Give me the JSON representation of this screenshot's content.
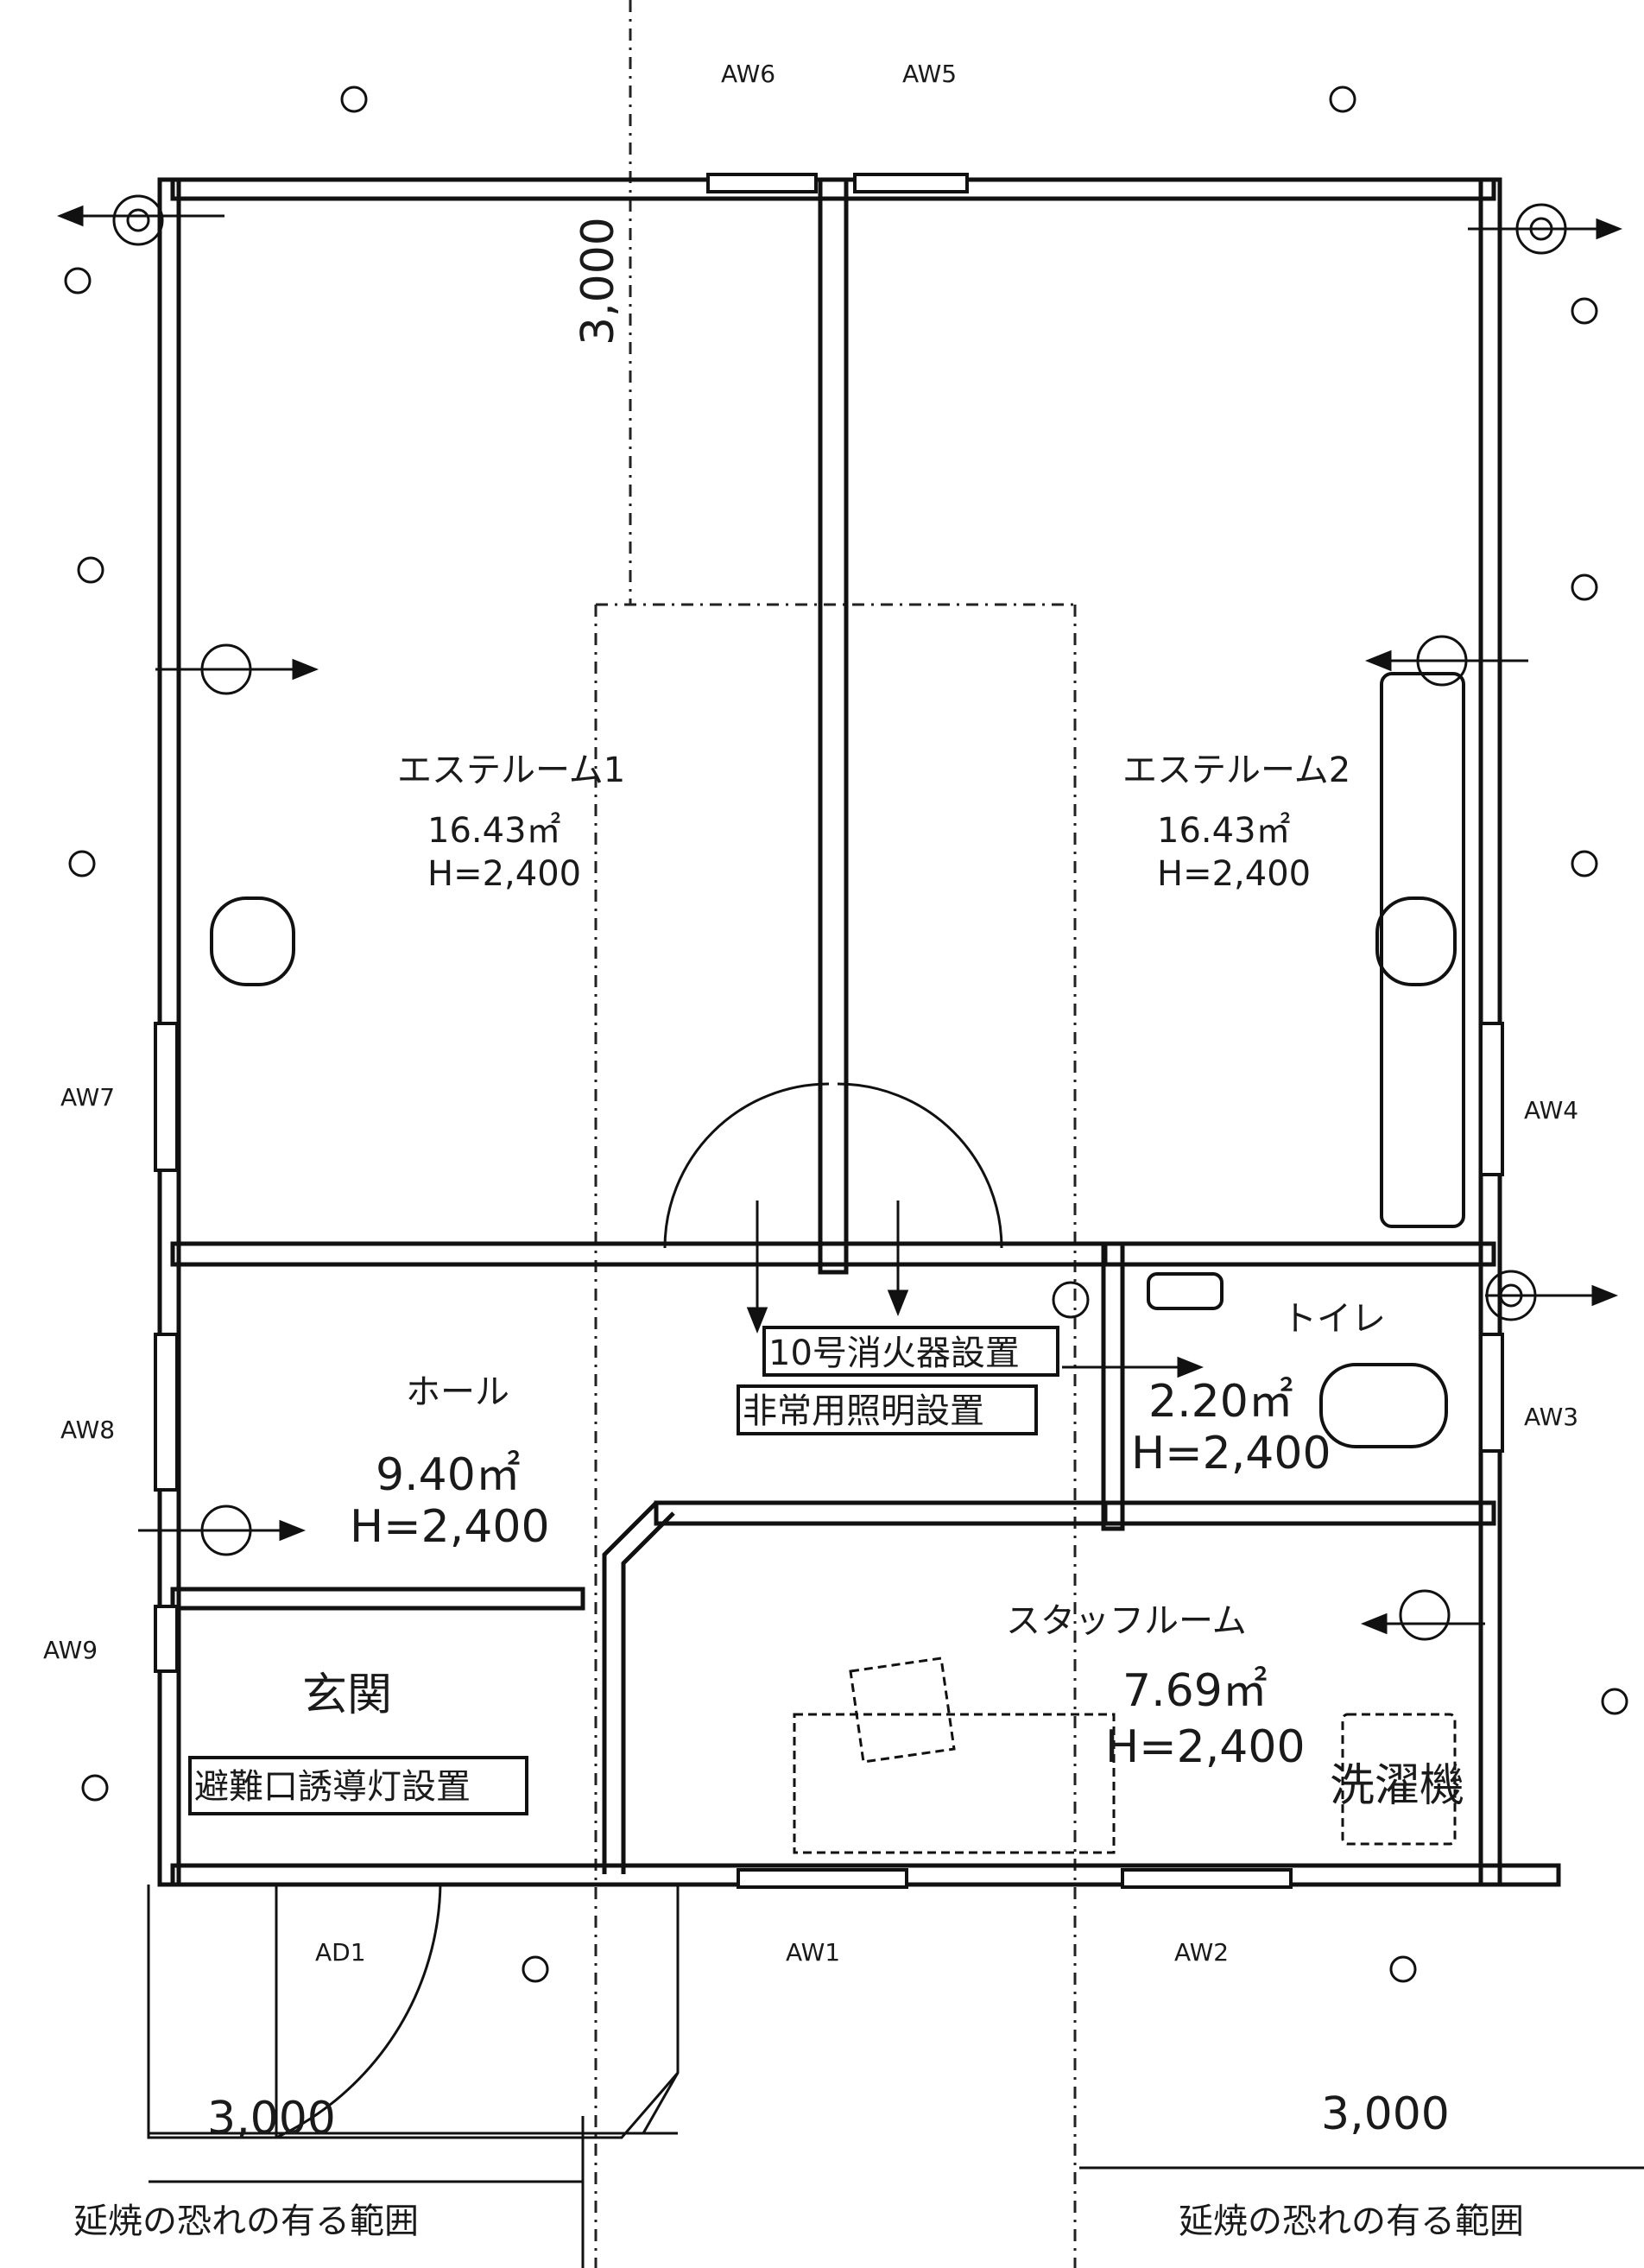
{
  "rooms": {
    "esthe1": {
      "name": "エステルーム1",
      "area": "16.43㎡",
      "height": "H=2,400"
    },
    "esthe2": {
      "name": "エステルーム2",
      "area": "16.43㎡",
      "height": "H=2,400"
    },
    "hall": {
      "name": "ホール",
      "area": "9.40㎡",
      "height": "H=2,400"
    },
    "toilet": {
      "name": "トイレ",
      "area": "2.20㎡",
      "height": "H=2,400"
    },
    "staff": {
      "name": "スタッフルーム",
      "area": "7.69㎡",
      "height": "H=2,400"
    },
    "entrance": {
      "name": "玄関"
    }
  },
  "fixtures": {
    "washer": "洗濯機"
  },
  "notes": {
    "extinguisher": "10号消火器設置",
    "emergency_light": "非常用照明設置",
    "exit_sign": "避難口誘導灯設置"
  },
  "windows": [
    "AW1",
    "AW2",
    "AW3",
    "AW4",
    "AW5",
    "AW6",
    "AW7",
    "AW8",
    "AW9"
  ],
  "doors": [
    "AD1"
  ],
  "dimensions": {
    "top": "3,000",
    "bottom_left": "3,000",
    "bottom_right": "3,000"
  },
  "fire_spread_label_left": "延焼の恐れの有る範囲",
  "fire_spread_label_right": "延焼の恐れの有る範囲",
  "symbols": {
    "ventilation-fan-icon": "exhaust fan",
    "supply-vent-icon": "air supply",
    "light-fixture-icon": "ceiling light",
    "smoke-detector-icon": "detector"
  }
}
